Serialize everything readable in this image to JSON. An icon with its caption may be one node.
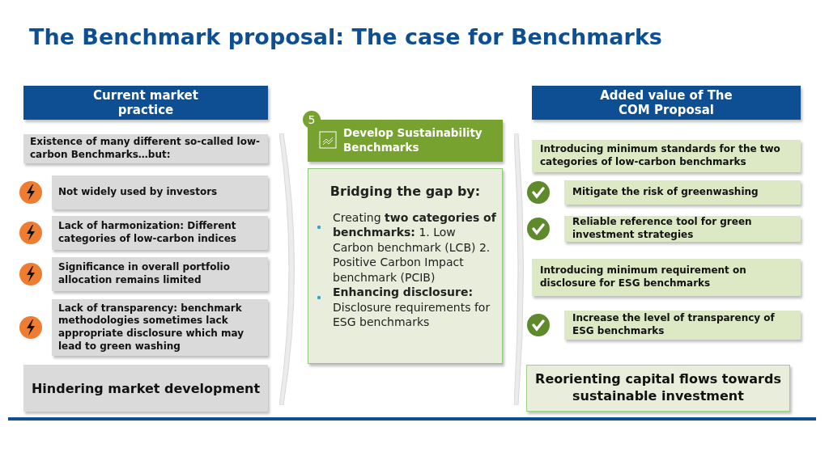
{
  "diagram": {
    "title": "The Benchmark proposal: The case for Benchmarks",
    "nodes": [
      {
        "text": [
          "Current market practice"
        ]
      },
      {
        "text": [
          "Existence of many different so-called low-carbon Benchmarks…but:"
        ]
      },
      {
        "text": [
          "Not widely used by investors"
        ]
      },
      {
        "text": [
          "Lack of harmonization: Different categories of low-carbon indices"
        ]
      },
      {
        "text": [
          "Significance in overall portfolio allocation remains limited"
        ]
      },
      {
        "text": [
          "Lack of transparency: benchmark methodologies sometimes lack appropriate disclosure which may lead to green washing"
        ]
      },
      {
        "text": [
          "Hindering market development"
        ]
      },
      {
        "text": [
          "Develop Sustainability Benchmarks"
        ],
        "beside": [
          "5"
        ]
      },
      {
        "text": [
          "Bridging the gap by:",
          "Creating **two categories of benchmarks:** 1. Low Carbon benchmark (LCB) 2. Positive Carbon Impact benchmark (PCIB)",
          "**Enhancing  disclosure:** Disclosure requirements for ESG benchmarks"
        ]
      },
      {
        "text": [
          "Added value of The COM Proposal"
        ]
      },
      {
        "text": [
          "Introducing minimum standards for the two categories of low-carbon benchmarks"
        ]
      },
      {
        "text": [
          "Mitigate the risk of greenwashing"
        ]
      },
      {
        "text": [
          "Reliable reference tool for green investment strategies"
        ]
      },
      {
        "text": [
          "Introducing minimum requirement on disclosure for ESG benchmarks"
        ]
      },
      {
        "text": [
          "Increase the level of transparency of ESG benchmarks"
        ]
      },
      {
        "text": [
          "Reorienting capital flows towards sustainable investment"
        ]
      },
      {
        "text": [],
        "shape": "chevron"
      },
      {
        "text": [],
        "shape": "chevron"
      }
    ]
  }
}
